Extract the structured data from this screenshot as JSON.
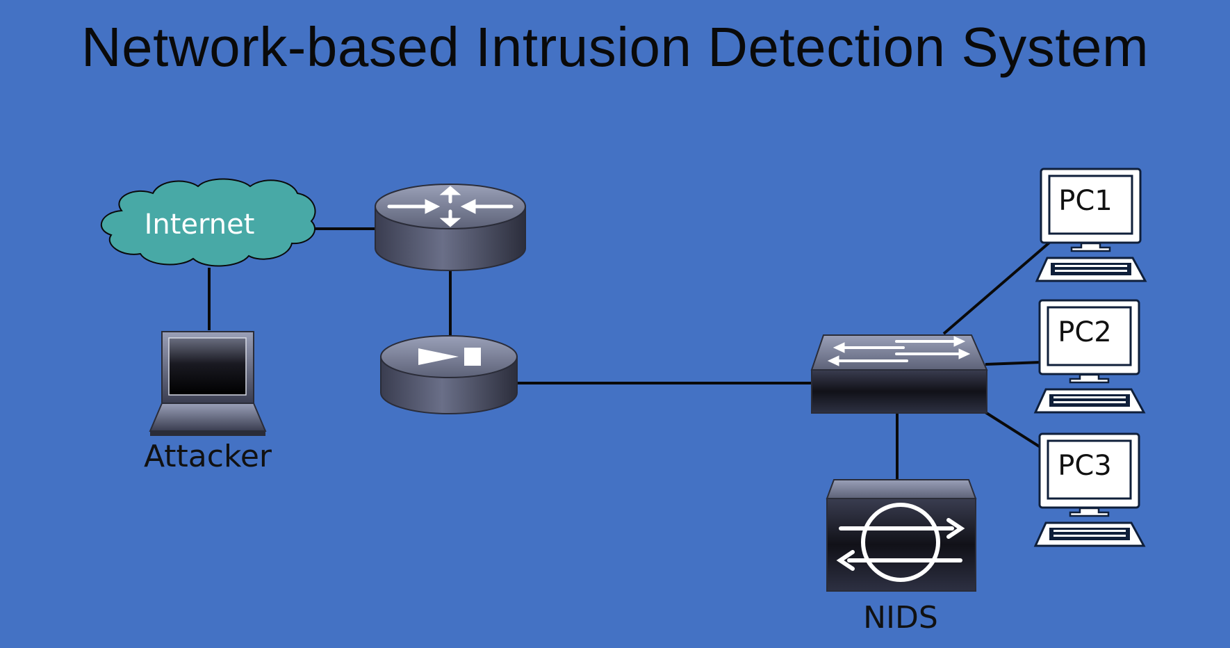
{
  "title": "Network-based Intrusion Detection System",
  "nodes": {
    "internet": {
      "label": "Internet",
      "icon": "cloud-icon"
    },
    "attacker": {
      "label": "Attacker",
      "icon": "laptop-icon"
    },
    "router": {
      "icon": "router-icon"
    },
    "firewall": {
      "icon": "firewall-icon"
    },
    "switch": {
      "icon": "switch-icon"
    },
    "nids": {
      "label": "NIDS",
      "icon": "ids-sensor-icon"
    },
    "pcs": [
      {
        "label": "PC1",
        "icon": "desktop-pc-icon"
      },
      {
        "label": "PC2",
        "icon": "desktop-pc-icon"
      },
      {
        "label": "PC3",
        "icon": "desktop-pc-icon"
      }
    ]
  },
  "colors": {
    "background": "#4472c4",
    "cloud": "#48a9a6",
    "device_dark": "#20202c",
    "line": "#0a0a0a"
  }
}
